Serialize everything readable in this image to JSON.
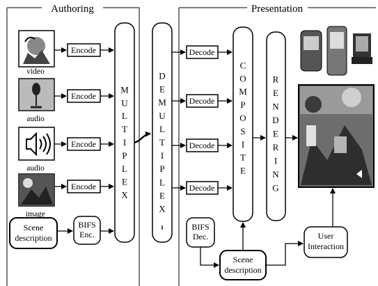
{
  "sections": {
    "authoring": "Authoring",
    "presentation": "Presentation"
  },
  "sources": [
    {
      "caption": "video",
      "icon": "video-thumbnail"
    },
    {
      "caption": "audio",
      "icon": "microphone-thumbnail"
    },
    {
      "caption": "audio",
      "icon": "speaker-icon"
    },
    {
      "caption": "image",
      "icon": "image-thumbnail"
    }
  ],
  "encode_label": "Encode",
  "decode_label": "Decode",
  "scene_description": "Scene description",
  "bifs_enc": "BIFS Enc.",
  "bifs_dec": "BIFS Dec.",
  "multiplex": "MULTIPLEX",
  "demultiplex": "DEMULTIPLEX",
  "composite": "COMPOSITE",
  "rendering": "RENDERING",
  "user_interaction": "User Interaction",
  "scene_description_bottom": "Scene description",
  "devices_icon": "handheld-devices-image",
  "output_icon": "rendered-scene-image"
}
